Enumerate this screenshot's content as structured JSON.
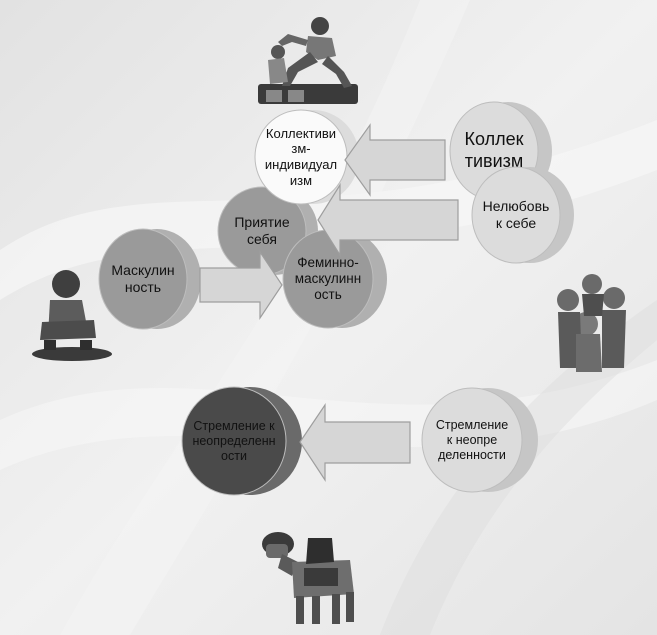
{
  "diagram": {
    "nodes": [
      {
        "id": "n1",
        "label": "Коллективи\nзм-\nиндивидуал\nизм",
        "tone": "white"
      },
      {
        "id": "n2",
        "label": "Коллек\nтивизм",
        "tone": "light"
      },
      {
        "id": "n3",
        "label": "Приятие\nсебя",
        "tone": "mid"
      },
      {
        "id": "n4",
        "label": "Нелюбовь\nк себе",
        "tone": "light"
      },
      {
        "id": "n5",
        "label": "Маскулин\nность",
        "tone": "mid"
      },
      {
        "id": "n6",
        "label": "Феминно-\nмаскулинн\nость",
        "tone": "mid"
      },
      {
        "id": "n7",
        "label": "Стремление к\nнеопределенн\nости",
        "tone": "dark"
      },
      {
        "id": "n8",
        "label": "Стремление\nк неопре\nделенности",
        "tone": "light"
      }
    ],
    "arrows": [
      {
        "from": "n2",
        "to": "n1"
      },
      {
        "from": "n4",
        "to": "n3"
      },
      {
        "from": "n5",
        "to": "n6"
      },
      {
        "from": "n8",
        "to": "n7"
      }
    ],
    "illustrations": [
      {
        "name": "runners-clipart",
        "icon": "runners"
      },
      {
        "name": "sitting-child-clipart",
        "icon": "sitting-child"
      },
      {
        "name": "group-hug-clipart",
        "icon": "group-hug"
      },
      {
        "name": "camel-clipart",
        "icon": "camel"
      }
    ],
    "colors": {
      "background": "#e9e9e9",
      "white_circle": "#fafafa",
      "light_circle": "#dcdcdc",
      "mid_circle": "#9a9a9a",
      "dark_circle": "#4a4a4a",
      "arrow_fill": "#d6d6d6",
      "arrow_stroke": "#9e9e9e"
    }
  }
}
